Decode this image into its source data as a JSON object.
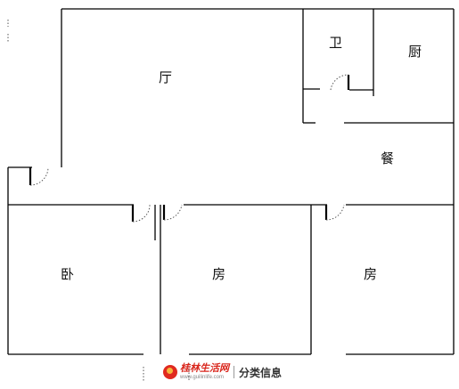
{
  "rooms": {
    "living": "厅",
    "bath": "卫",
    "kitchen": "厨",
    "dining": "餐",
    "master": "卧",
    "room_mid": "房",
    "room_right": "房"
  },
  "watermark": {
    "brand": "桂林生活网",
    "domain": "www.guilinlife.com",
    "service": "分类信息"
  },
  "colors": {
    "wall": "#000000",
    "door_arc": "#555555",
    "brand_red": "#d9261c"
  }
}
